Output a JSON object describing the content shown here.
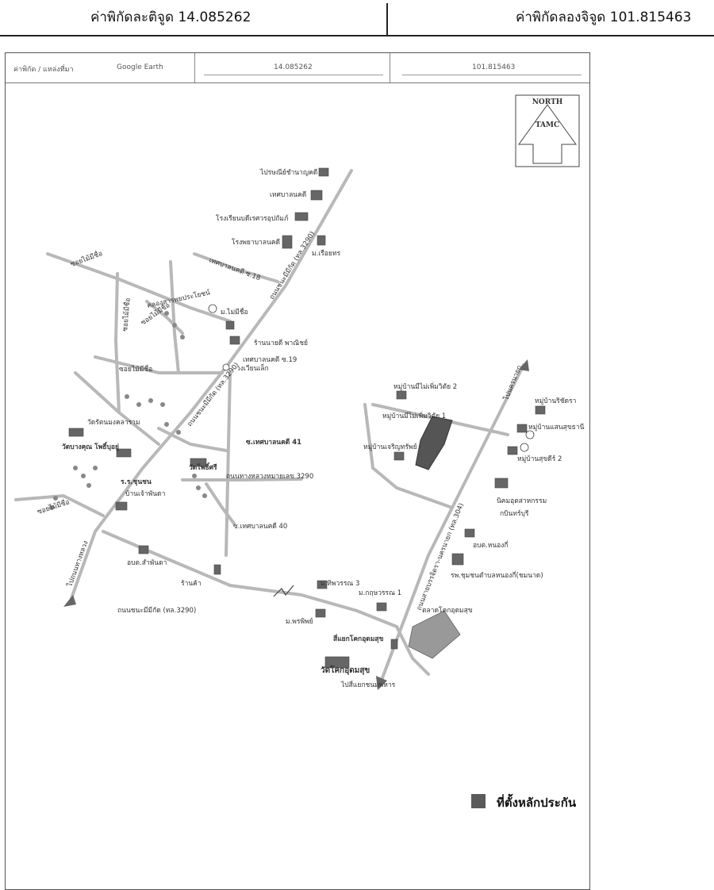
{
  "header": {
    "latitude_label": "ค่าพิกัดละติจูด 14.085262",
    "longitude_label": "ค่าพิกัดลองจิจูด 101.815463"
  },
  "info_row": {
    "label": "ค่าพิกัด / แหล่งที่มา",
    "source": "Google Earth",
    "lat": "14.085262",
    "lng": "101.815463"
  },
  "north_arrow": {
    "title": "NORTH",
    "letters": "TAMC"
  },
  "labels": {
    "museum": "ไปรษณีย์ชำนาญคดี",
    "municipality": "เทศบาลนคดี",
    "school": "โรงเรียนบดีเรศวรอุปถัมภ์",
    "hospital_top": "โรงพยาบาลนคดี",
    "village_top": "ม.เรือยทร",
    "soi_top": "ซอยไม้มีชื่อ",
    "soi_municipal": "เทศบาลนคดี ซ.18",
    "road_3290_top": "ถนนชนะมีมีกัด (ทล.3290)",
    "canal": "คลองสารพยประโยชน์",
    "soi_mid": "ซอยไม้มีชื่อ",
    "village_circle3": "ม.ไม่มีชื่อ",
    "shop": "ร้านนายดี พาณิชย์",
    "soi19": "เทศบาลนคดี ซ.19",
    "roundabout": "วงเวียนเล็ก",
    "road_3290_mid": "ถนนชนะมีมีกัด (ทล.3290)",
    "soi_left": "ซอยไม้มีชื่อ",
    "soi_left2": "ซอยไม้มีชื่อ",
    "temple_left": "วัดรัตนมงคลาราม",
    "temple_big": "วัดบางคุณ โพธิ์บุอยู่",
    "soi41": "ซ.เทศบาลนคดี 41",
    "temple_mid": "วัดโพธิ์ศรี",
    "highway3290": "ถนนทางหลวงหมายเลข 3290",
    "school2": "ร.ร.ชุนชน",
    "school2_sub": "บ้านเจ้าพันดา",
    "soi40": "ซ.เทศบาลนคดี 40",
    "soi_bl": "ซอยไม้มีชื่อ",
    "road_down": "ไปถนนทางหลวง",
    "subdistrict": "อบต.สำพันดา",
    "shop2": "ร้านค้า",
    "road_bottom": "ถนนชนะมีมีกัด (ทล.3290)",
    "village3": "ม.ทิพวรรณ 3",
    "village1": "ม.กฤษวรรณ 1",
    "village_p": "ม.พรพิพย์",
    "junction": "สี่แยกโคกอุดมสุข",
    "temple_bottom": "วัดโคกอุดมสุข",
    "to_intersection": "ไปสี่แยกชนมพหาร",
    "market": "ตลาดโคกอุดมสุข",
    "road_right": "ถนนสายบรรจิดรา-นครนายก (ทล.304)",
    "to_top_right": "ไปนครนายก",
    "village_r1": "หมู่บ้านมีไม่เพิ่มวิตัย 2",
    "village_r2": "หมู่บ้านมีไม่เพิ่มวิตัย 1",
    "village_r3": "หมู่บ้านเจริญทรัพย์",
    "village_r4": "หมู่บ้านริชัดรา",
    "village_r5": "หมู่บ้านแสนสุขธานี",
    "village_r6": "หมู่บ้านสุขดีร์ 2",
    "industry": "นิคมอุตสาหกรรม",
    "industry_sub": "กบินทร์บุรี",
    "subdistrict2": "อบต.หนองกี่",
    "hospital_r": "รพ.ชุมชนตำบลหนองกี่(ชมนาด)"
  },
  "legend": {
    "label": "ที่ตั้งหลักประกัน",
    "color": "#5a5a5a"
  }
}
